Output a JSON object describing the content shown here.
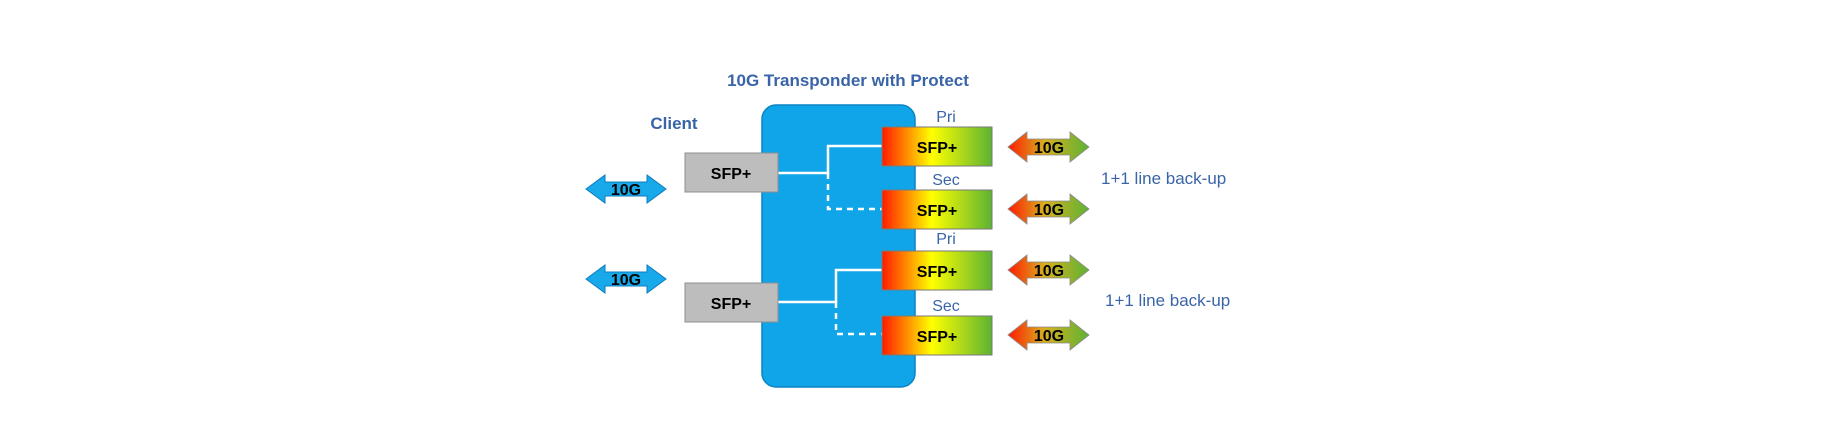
{
  "title": "10G Transponder with Protect",
  "client_label": "Client",
  "client_ports": [
    {
      "sfp_label": "SFP+",
      "rate_label": "10G"
    },
    {
      "sfp_label": "SFP+",
      "rate_label": "10G"
    }
  ],
  "line_groups": [
    {
      "backup_label": "1+1 line back-up",
      "primary": {
        "role_label": "Pri",
        "sfp_label": "SFP+",
        "rate_label": "10G"
      },
      "secondary": {
        "role_label": "Sec",
        "sfp_label": "SFP+",
        "rate_label": "10G"
      }
    },
    {
      "backup_label": "1+1 line back-up",
      "primary": {
        "role_label": "Pri",
        "sfp_label": "SFP+",
        "rate_label": "10G"
      },
      "secondary": {
        "role_label": "Sec",
        "sfp_label": "SFP+",
        "rate_label": "10G"
      }
    }
  ],
  "colors": {
    "transponder_fill": "#0fa5e8",
    "client_sfp_fill": "#bdbdbd",
    "client_arrow_fill": "#18a9ea",
    "label_text": "#3a64a8",
    "gradient_red": "#ff1a00",
    "gradient_yellow": "#ffff00",
    "gradient_green": "#5cb333"
  }
}
